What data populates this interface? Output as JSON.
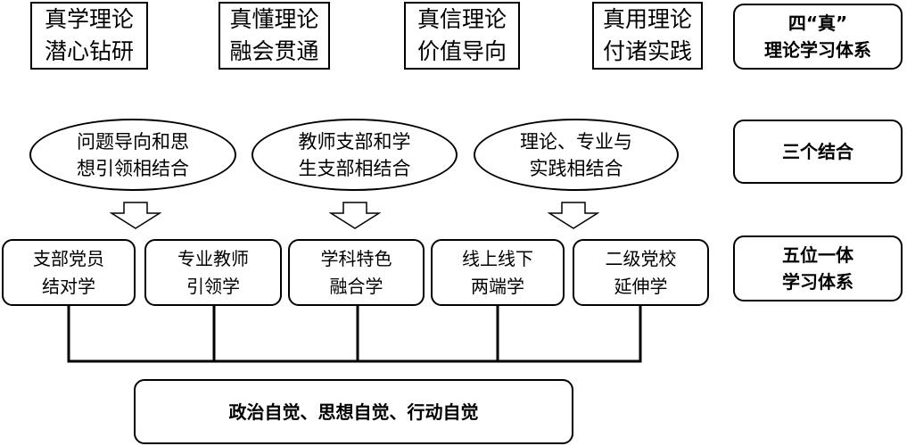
{
  "principles": [
    {
      "line1": "真学理论",
      "line2": "潜心钻研"
    },
    {
      "line1": "真懂理论",
      "line2": "融会贯通"
    },
    {
      "line1": "真信理论",
      "line2": "价值导向"
    },
    {
      "line1": "真用理论",
      "line2": "付诸实践"
    }
  ],
  "categories": [
    {
      "line1": "四“真”",
      "line2": "理论学习体系"
    },
    {
      "line1": "三个结合",
      "line2": ""
    },
    {
      "line1": "五位一体",
      "line2": "学习体系"
    }
  ],
  "combinations": [
    {
      "line1": "问题导向和思",
      "line2": "想引领相结合"
    },
    {
      "line1": "教师支部和学",
      "line2": "生支部相结合"
    },
    {
      "line1": "理论、专业与",
      "line2": "实践相结合"
    }
  ],
  "five_in_one": [
    {
      "line1": "支部党员",
      "line2": "结对学"
    },
    {
      "line1": "专业教师",
      "line2": "引领学"
    },
    {
      "line1": "学科特色",
      "line2": "融合学"
    },
    {
      "line1": "线上线下",
      "line2": "两端学"
    },
    {
      "line1": "二级党校",
      "line2": "延伸学"
    }
  ],
  "outcome": "政治自觉、思想自觉、行动自觉"
}
